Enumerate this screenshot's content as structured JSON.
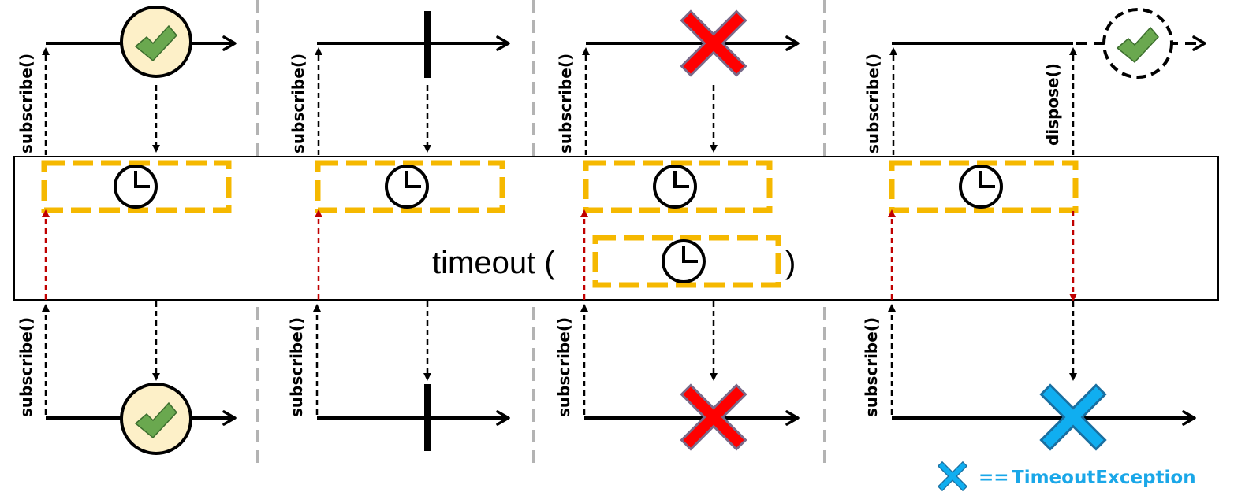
{
  "operator": {
    "name": "timeout (",
    "close": ")"
  },
  "labels": {
    "subscribe": "subscribe()",
    "dispose": "dispose()"
  },
  "legend": {
    "equals": "==",
    "text": "TimeoutException"
  },
  "colors": {
    "timer_box": "#f5b800",
    "red_arrow": "#c00000",
    "error_red": "#ff0000",
    "timeout_blue": "#10aef0",
    "complete_fill": "#fdf0c8",
    "check_green": "#6aa84f",
    "separator": "#b3b3b3"
  },
  "scenarios": [
    {
      "source": "completion",
      "result": "completion"
    },
    {
      "source": "emission",
      "result": "emission"
    },
    {
      "source": "error",
      "result": "error"
    },
    {
      "source": "completion-after-dispose",
      "result": "timeout-exception"
    }
  ]
}
